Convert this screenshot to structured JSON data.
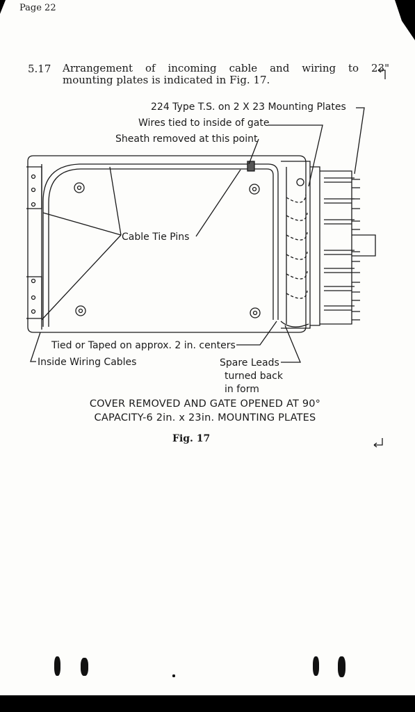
{
  "page": {
    "number_label": "Page 22"
  },
  "section": {
    "number": "5.17",
    "text_line1": "Arrangement of incoming cable and wiring to 23\"",
    "text_line2": "mounting plates is indicated in Fig. 17."
  },
  "figure": {
    "callouts": {
      "ts_mounting": "224 Type T.S. on 2 X 23 Mounting Plates",
      "wires_tied": "Wires tied to inside of gate",
      "sheath_removed": "Sheath removed at this point",
      "cable_tie_pins": "Cable Tie Pins",
      "tied_taped": "Tied or Taped on approx. 2 in. centers",
      "inside_wiring": "Inside Wiring Cables",
      "spare_leads_1": "Spare Leads",
      "spare_leads_2": "turned back",
      "spare_leads_3": "in form"
    },
    "caption_line1": "COVER REMOVED AND GATE OPENED AT 90°",
    "caption_line2": "CAPACITY-6 2in. x 23in. MOUNTING PLATES",
    "label": "Fig. 17"
  }
}
